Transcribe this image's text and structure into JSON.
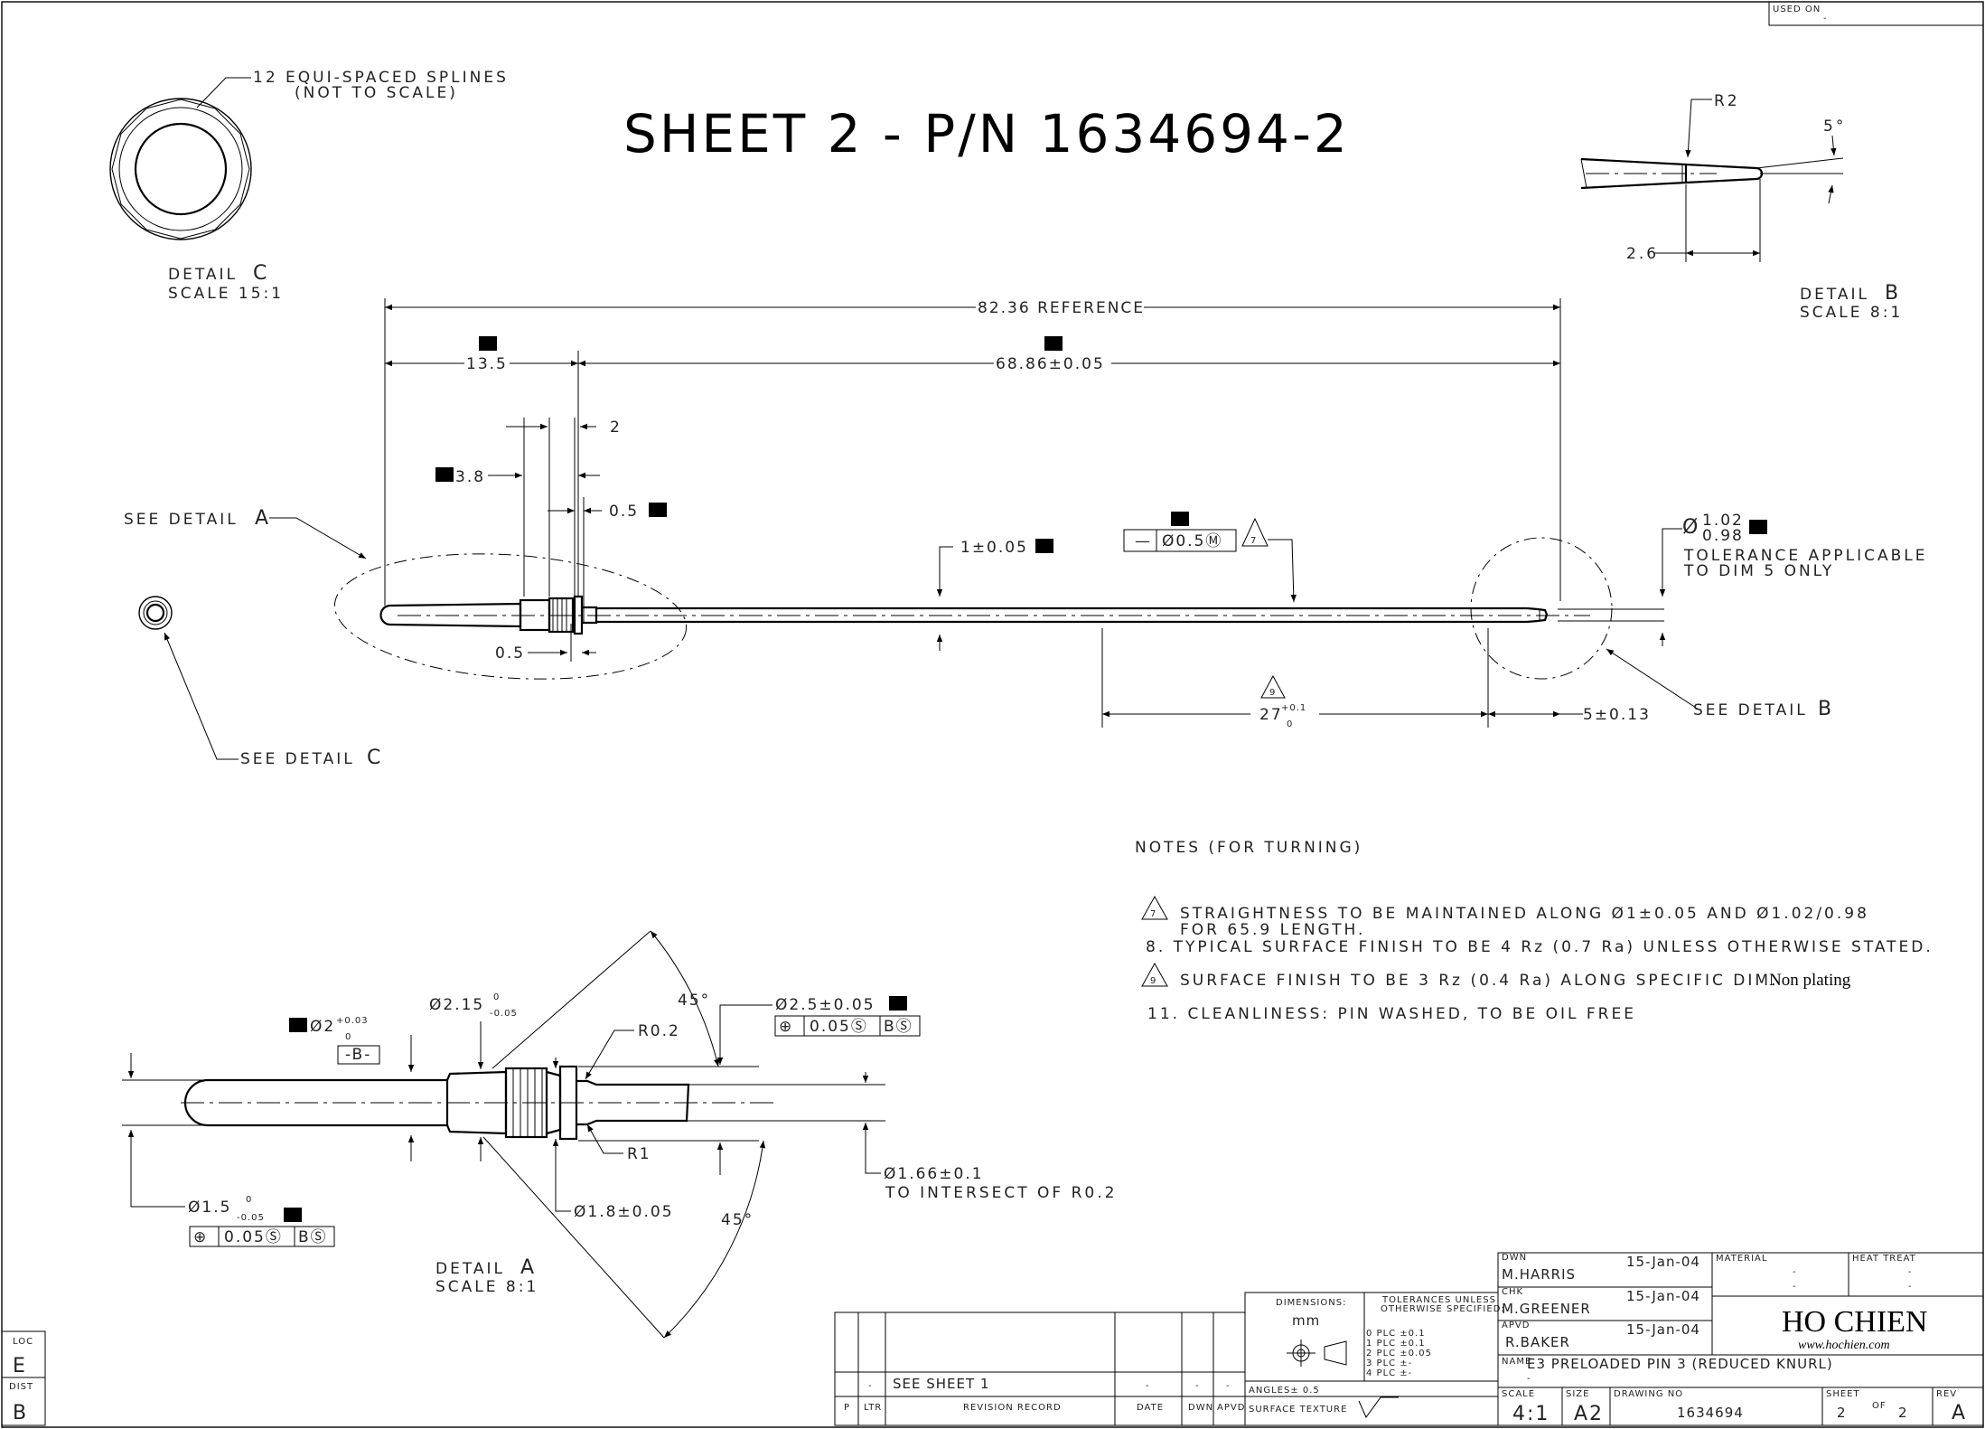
{
  "title": "SHEET 2 - P/N 1634694-2",
  "used_on": {
    "label": "USED ON",
    "value": "-"
  },
  "detail_c": {
    "callout_line1": "12 EQUI-SPACED SPLINES",
    "callout_line2": "(NOT TO SCALE)",
    "label": "DETAIL",
    "letter": "C",
    "scale": "SCALE 15:1",
    "see": "SEE DETAIL",
    "see_letter": "C"
  },
  "detail_b": {
    "r": "R2",
    "angle": "5°",
    "len": "2.6",
    "label": "DETAIL",
    "letter": "B",
    "scale": "SCALE 8:1",
    "see": "SEE DETAIL",
    "see_letter": "B"
  },
  "main": {
    "overall": "82.36 REFERENCE",
    "d135": "13.5",
    "d6886": "68.86±0.05",
    "d2": "2",
    "d38": "3.8",
    "d05a": "0.5",
    "d05b": "0.5",
    "see_a": "SEE DETAIL",
    "see_a_letter": "A",
    "d1": "1±0.05",
    "fcf_sym": "—",
    "fcf_val": "Ø0.5Ⓜ",
    "note_flag7": "7",
    "dia_top": "1.02",
    "dia_bot": "0.98",
    "dia_sym": "Ø",
    "tol_line1": "TOLERANCE APPLICABLE",
    "tol_line2": "TO DIM 5 ONLY",
    "d27": "27",
    "d27_plus": "+0.1",
    "d27_minus": "0",
    "note_flag9": "9",
    "d5": "5±0.13"
  },
  "detail_a": {
    "d2": "Ø2",
    "d2_plus": "+0.03",
    "d2_minus": "0",
    "datum_b": "-B-",
    "d215": "Ø2.15",
    "d215_plus": "0",
    "d215_minus": "-0.05",
    "r02": "R0.2",
    "a45_top": "45°",
    "d25": "Ø2.5±0.05",
    "fcf1_val": "0.05Ⓢ",
    "fcf1_ref": "BⓈ",
    "r1": "R1",
    "d166": "Ø1.66±0.1",
    "d166_note": "TO INTERSECT OF R0.2",
    "d15": "Ø1.5",
    "d15_plus": "0",
    "d15_minus": "-0.05",
    "fcf2_val": "0.05Ⓢ",
    "fcf2_ref": "BⓈ",
    "d18": "Ø1.8±0.05",
    "a45_bot": "45°",
    "label": "DETAIL",
    "letter": "A",
    "scale": "SCALE 8:1"
  },
  "notes": {
    "header": "NOTES (FOR TURNING)",
    "n7_flag": "7",
    "n7_line1": "STRAIGHTNESS TO BE MAINTAINED ALONG Ø1±0.05 AND Ø1.02/0.98",
    "n7_line2": "FOR 65.9 LENGTH.",
    "n8": "8. TYPICAL SURFACE FINISH TO BE 4 Rz (0.7 Ra) UNLESS OTHERWISE STATED.",
    "n9_flag": "9",
    "n9": "SURFACE FINISH TO BE 3 Rz (0.4 Ra) ALONG SPECIFIC DIM.",
    "n9_extra": "Non plating",
    "n11": "11. CLEANLINESS: PIN WASHED, TO BE OIL FREE"
  },
  "title_block": {
    "loc_label": "LOC",
    "loc_value": "E",
    "dist_label": "DIST",
    "dist_value": "B",
    "rev_row": {
      "ltr": "-",
      "record": "SEE SHEET 1",
      "date": "-",
      "dwn": "-",
      "apvd": "-"
    },
    "rev_headers": {
      "p": "P",
      "ltr": "LTR",
      "record": "REVISION RECORD",
      "date": "DATE",
      "dwn": "DWN",
      "apvd": "APVD"
    },
    "dimensions_label": "DIMENSIONS:",
    "dimensions_unit": "mm",
    "tolerances_label1": "TOLERANCES UNLESS",
    "tolerances_label2": "OTHERWISE SPECIFIED:",
    "tol_rows": [
      "0 PLC    ±0.1",
      "1 PLC    ±0.1",
      "2 PLC    ±0.05",
      "3 PLC    ±-",
      "4 PLC    ±-"
    ],
    "angles": "ANGLES±  0.5",
    "surface": "SURFACE TEXTURE",
    "dwn_label": "DWN",
    "dwn_name": "M.HARRIS",
    "dwn_date": "15-Jan-04",
    "chk_label": "CHK",
    "chk_name": "M.GREENER",
    "chk_date": "15-Jan-04",
    "apvd_label": "APVD",
    "apvd_name": "R.BAKER",
    "apvd_date": "15-Jan-04",
    "material_label": "MATERIAL",
    "material_value": "-",
    "material_value2": "-",
    "heat_label": "HEAT TREAT",
    "heat_value": "-",
    "heat_value2": "-",
    "company": "HO CHIEN",
    "website": "www.hochien.com",
    "name_label": "NAME",
    "name_value": "E3 PRELOADED PIN 3 (REDUCED KNURL)",
    "name_dash": "-",
    "scale_label": "SCALE",
    "scale_value": "4:1",
    "size_label": "SIZE",
    "size_value": "A2",
    "drawing_label": "DRAWING NO",
    "drawing_value": "1634694",
    "sheet_label": "SHEET",
    "sheet_value": "2",
    "of_label": "OF",
    "of_value": "2",
    "rev_label": "REV",
    "rev_value": "A"
  }
}
